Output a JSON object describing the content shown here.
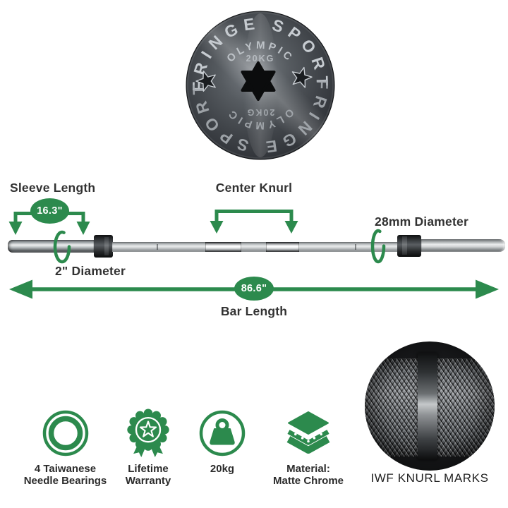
{
  "accent_color": "#2c8a4d",
  "endcap": {
    "brand": "FRINGE SPORT",
    "series": "OLYMPIC",
    "weight": "20KG"
  },
  "diagram": {
    "sleeve_length_label": "Sleeve Length",
    "sleeve_length_value": "16.3\"",
    "center_knurl_label": "Center Knurl",
    "shaft_diameter_label": "28mm Diameter",
    "sleeve_diameter_label": "2\" Diameter",
    "bar_length_value": "86.6\"",
    "bar_length_label": "Bar Length"
  },
  "features": [
    {
      "icon": "needle-bearings-rings-icon",
      "line1": "4 Taiwanese",
      "line2": "Needle Bearings"
    },
    {
      "icon": "warranty-badge-icon",
      "line1": "Lifetime",
      "line2": "Warranty"
    },
    {
      "icon": "weight-icon",
      "line1": "20kg",
      "line2": ""
    },
    {
      "icon": "material-layers-icon",
      "line1": "Material:",
      "line2": "Matte Chrome"
    }
  ],
  "knurl_photo": {
    "label": "IWF KNURL MARKS"
  }
}
